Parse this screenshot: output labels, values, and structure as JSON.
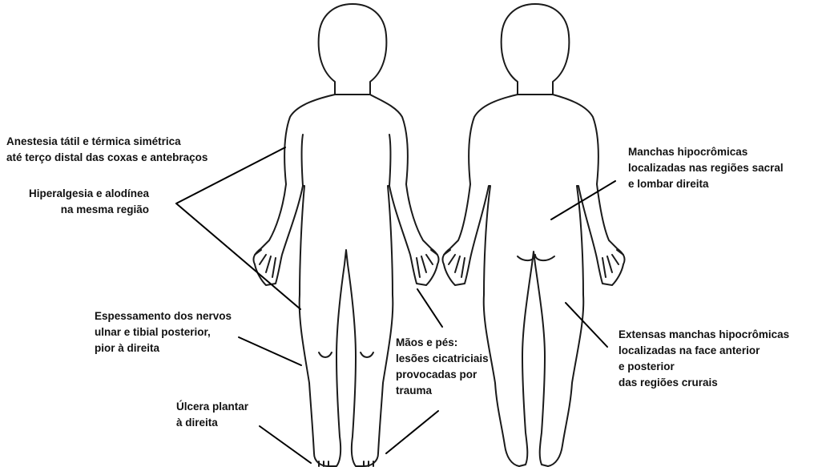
{
  "colors": {
    "outline": "#1a1a1a",
    "text": "#111111",
    "background": "#ffffff"
  },
  "annotations": {
    "anesthesia": {
      "line1": "Anestesia tátil e térmica  simétrica",
      "line2": "até terço distal das coxas e antebraços"
    },
    "hyperalgesia": {
      "line1": "Hiperalgesia e alodínea",
      "line2": "na mesma região"
    },
    "nerve_thickening": {
      "line1": "Espessamento dos nervos",
      "line2": "ulnar e tibial posterior,",
      "line3": "pior à direita"
    },
    "plantar_ulcer": {
      "line1": "Úlcera plantar",
      "line2": "à direita"
    },
    "hands_feet": {
      "line1": "Mãos e pés:",
      "line2": "lesões cicatriciais",
      "line3": "provocadas por",
      "line4": "trauma"
    },
    "back_patches": {
      "line1": "Manchas hipocrômicas",
      "line2": "localizadas nas regiões sacral",
      "line3": "e lombar direita"
    },
    "leg_patches": {
      "line1": "Extensas manchas hipocrômicas",
      "line2": "localizadas na face anterior",
      "line3": "e posterior",
      "line4": "das regiões crurais"
    }
  }
}
